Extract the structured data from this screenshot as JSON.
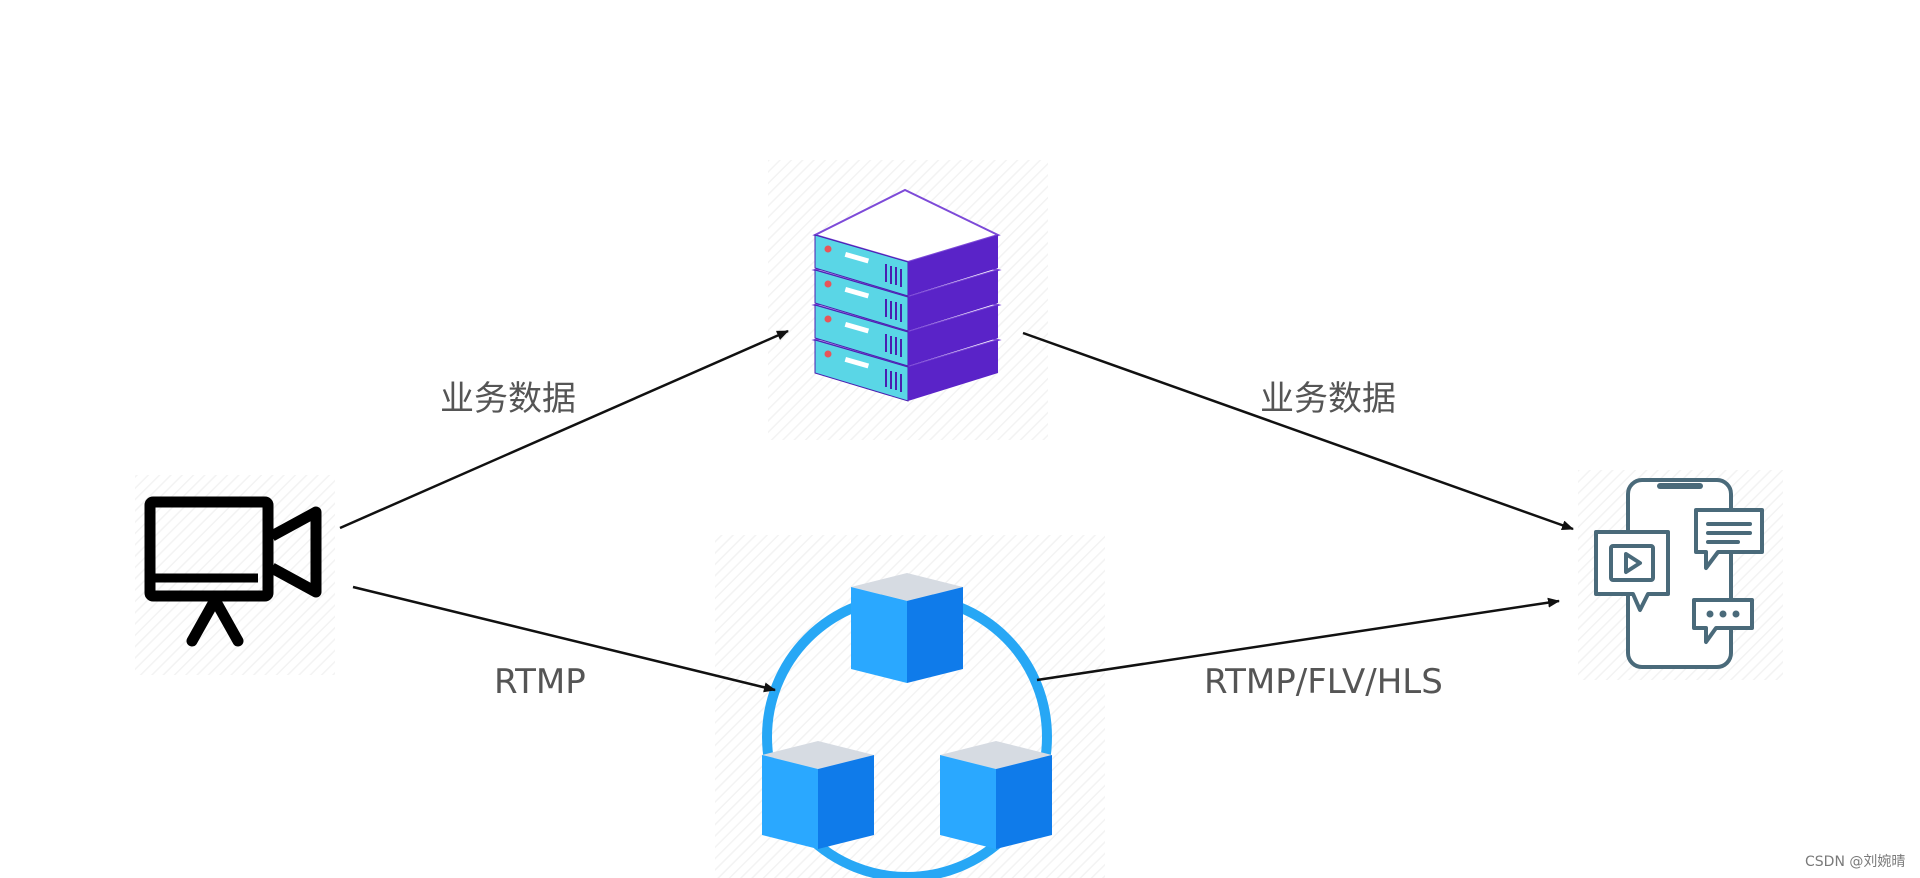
{
  "edges": {
    "camera_to_server_label": "业务数据",
    "server_to_client_label": "业务数据",
    "camera_to_cdn_label": "RTMP",
    "cdn_to_client_label": "RTMP/FLV/HLS"
  },
  "nodes": {
    "streamer": {
      "icon": "streaming-camera-icon"
    },
    "business_server": {
      "icon": "server-stack-icon"
    },
    "cdn": {
      "icon": "cdn-cluster-icon"
    },
    "client": {
      "icon": "mobile-chat-icon"
    }
  },
  "colors": {
    "arrow": "#111111",
    "label": "#555555",
    "server_top": "#ffffff",
    "server_side": "#5a23c8",
    "server_front": "#5ad6e6",
    "cdn_ring": "#27a7f5",
    "cube_top": "#d6dbe2",
    "cube_left": "#2aa8ff",
    "cube_right": "#0f7bea",
    "phone": "#4a6a7a"
  },
  "watermark": "CSDN @刘婉晴"
}
